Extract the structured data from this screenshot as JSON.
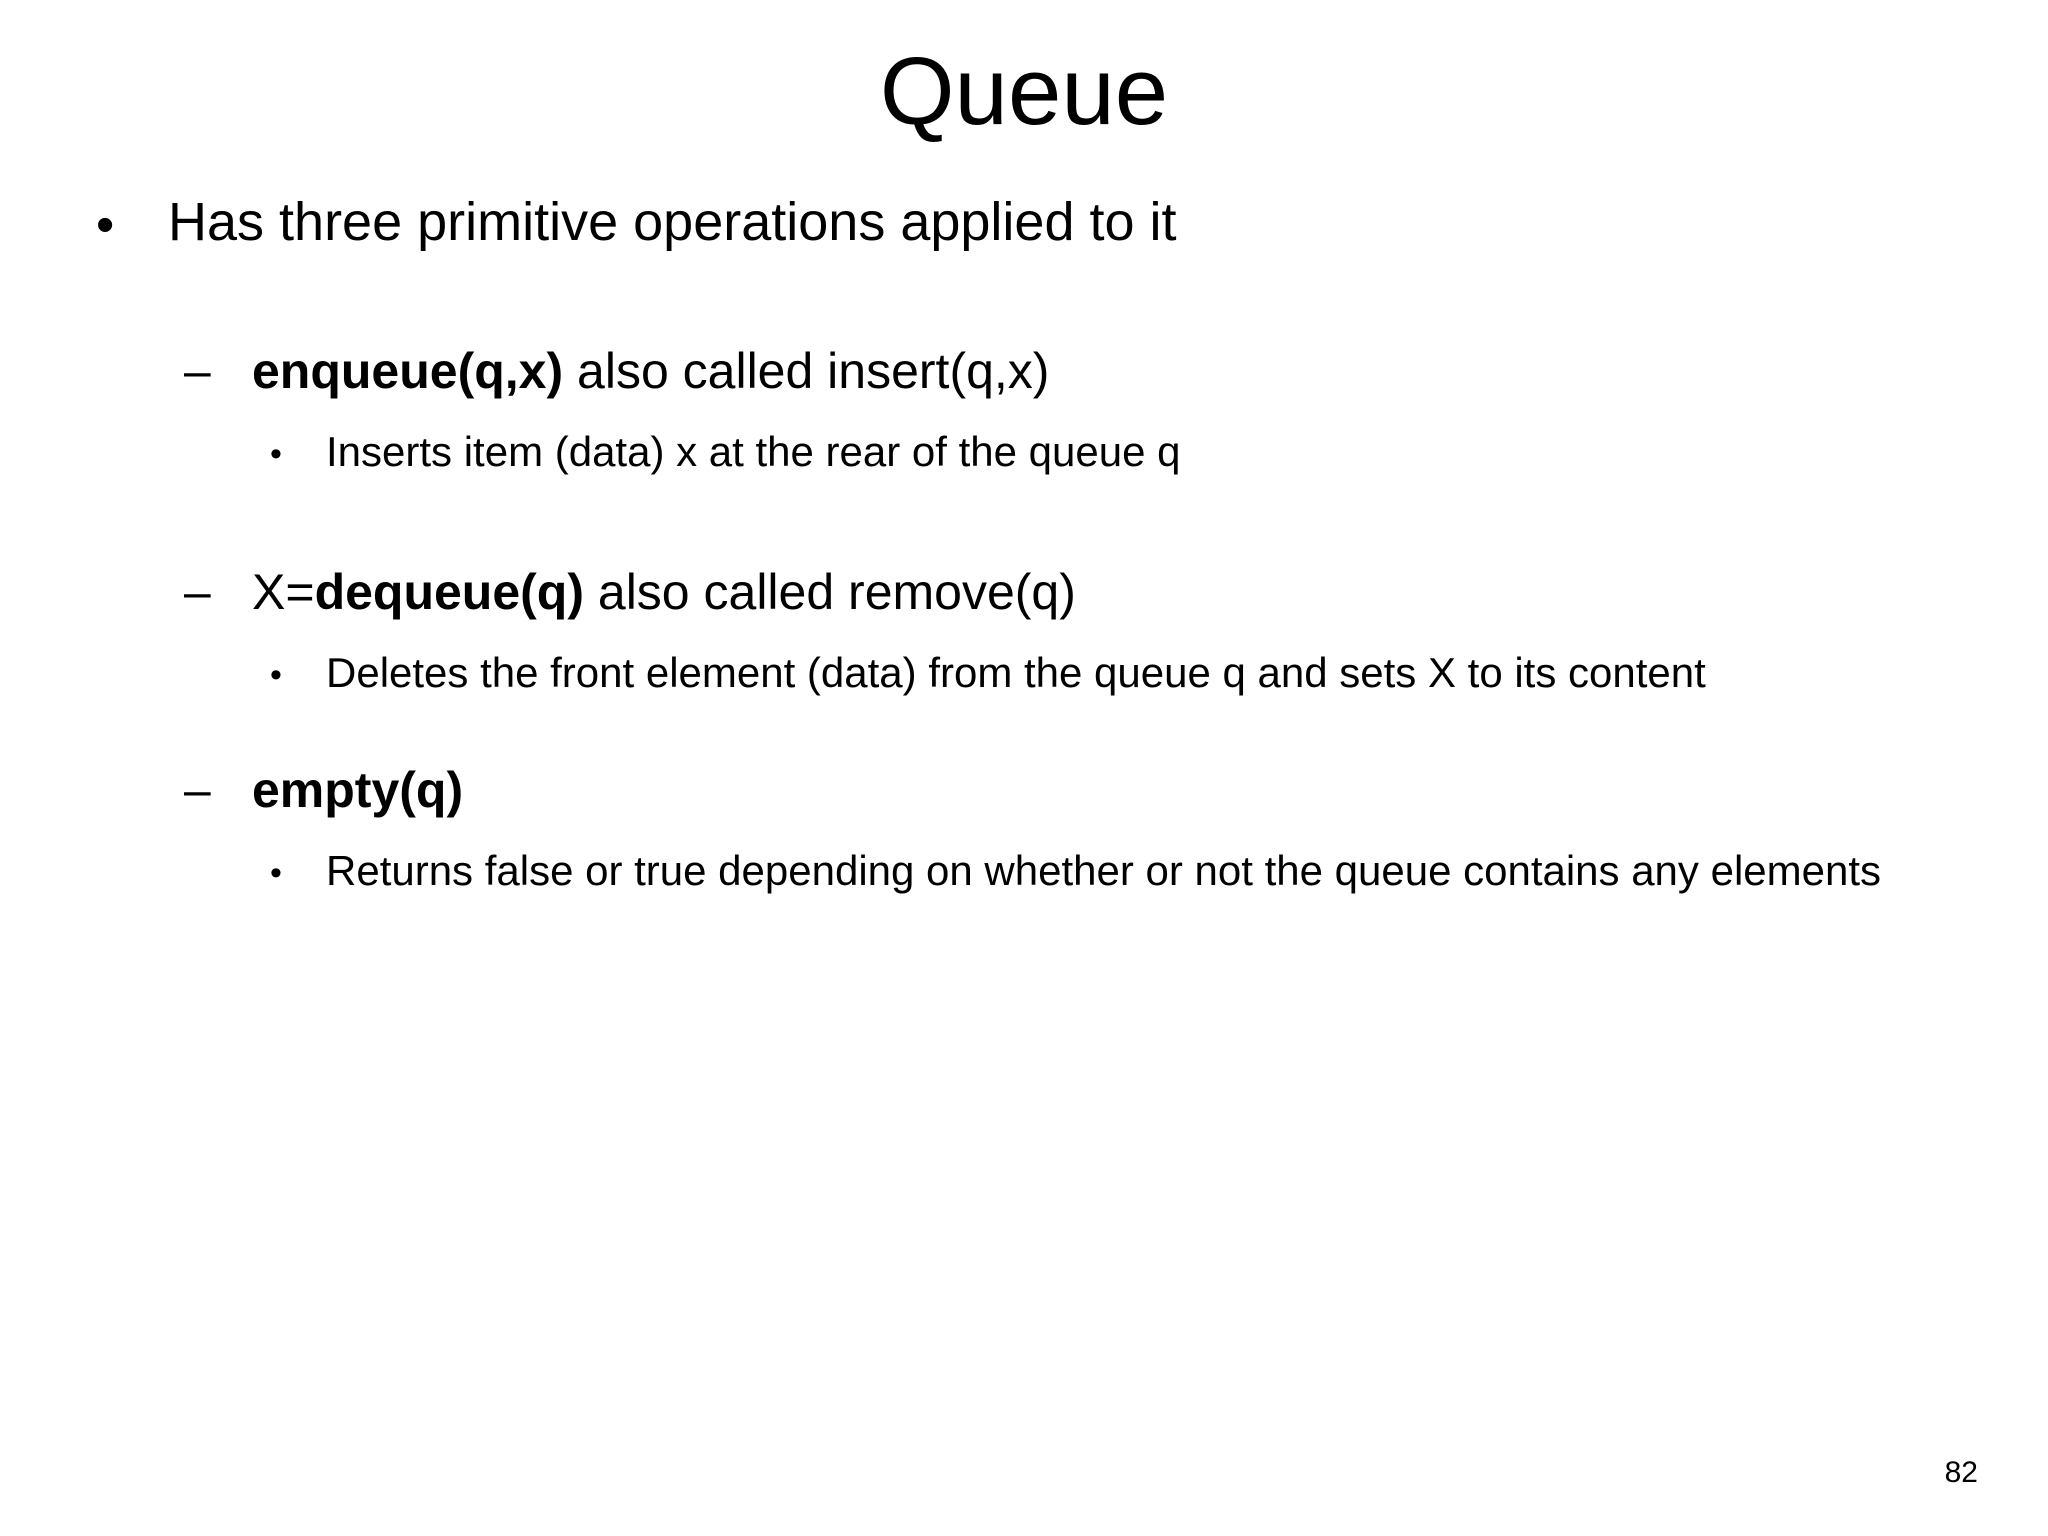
{
  "slide": {
    "title": "Queue",
    "page_number": "82",
    "background_color": "#ffffff",
    "text_color": "#000000",
    "bullets": {
      "level1_mark": "•",
      "level2_mark": "–",
      "level3_mark": "•"
    },
    "content": {
      "intro": "Has three primitive operations applied to it",
      "operations": [
        {
          "signature_bold": "enqueue(q,x)",
          "signature_prefix": "",
          "signature_suffix": " also called insert(q,x)",
          "description": "Inserts item (data) x at the rear of the queue q"
        },
        {
          "signature_bold": "dequeue(q)",
          "signature_prefix": "X=",
          "signature_suffix": " also called remove(q)",
          "description": "Deletes the front element (data) from the queue q and sets X to its content"
        },
        {
          "signature_bold": "empty(q)",
          "signature_prefix": "",
          "signature_suffix": "",
          "description": "Returns false or true depending on whether or not the queue contains any elements"
        }
      ]
    }
  }
}
